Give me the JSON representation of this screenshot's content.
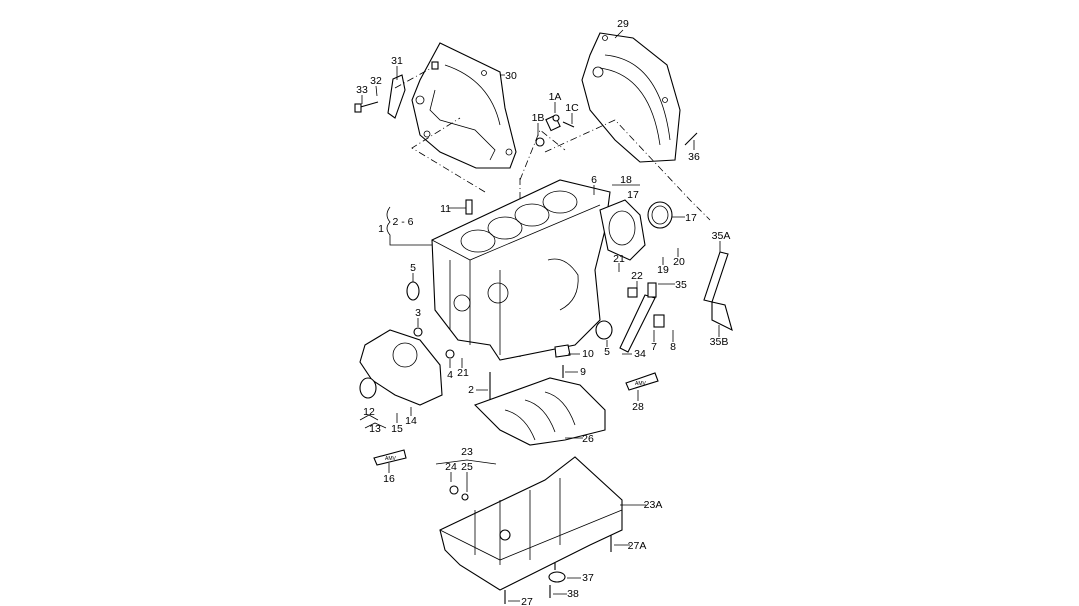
{
  "diagram": {
    "title": "Cylinder block exploded parts view",
    "callouts": {
      "c29": "29",
      "c30": "30",
      "c31": "31",
      "c32": "32",
      "c33": "33",
      "c1A": "1A",
      "c1B": "1B",
      "c1C": "1C",
      "c36": "36",
      "c6": "6",
      "c18": "18",
      "c17a": "17",
      "c17b": "17",
      "c11": "11",
      "c2_6": "2 - 6",
      "c1": "1",
      "c35A": "35A",
      "c20": "20",
      "c19": "19",
      "c21a": "21",
      "c22": "22",
      "c35": "35",
      "c5a": "5",
      "c3": "3",
      "c7": "7",
      "c8": "8",
      "c35B": "35B",
      "c10": "10",
      "c34": "34",
      "c5b": "5",
      "c4": "4",
      "c21b": "21",
      "c9": "9",
      "c2": "2",
      "c28": "28",
      "c12": "12",
      "c13": "13",
      "c15": "15",
      "c14": "14",
      "c26": "26",
      "c23": "23",
      "c24": "24",
      "c25": "25",
      "c16": "16",
      "c23A": "23A",
      "c27A": "27A",
      "c37": "37",
      "c38": "38",
      "c27": "27"
    },
    "sealant_tube_label": "AMV"
  }
}
